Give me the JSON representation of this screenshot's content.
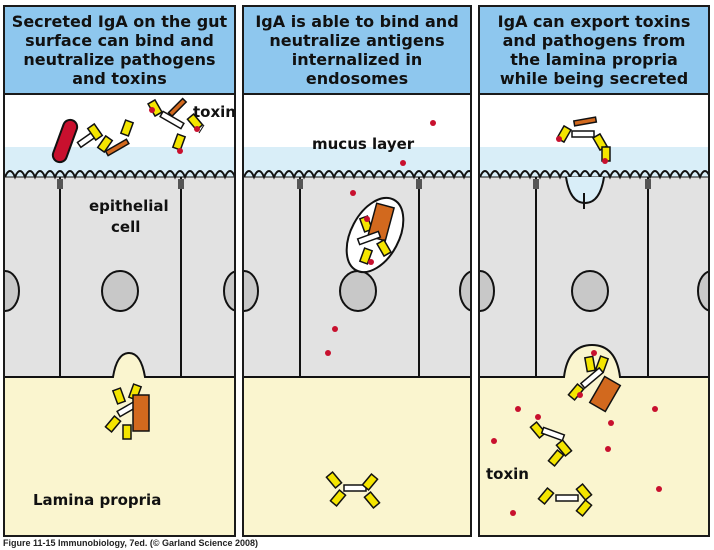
{
  "panels": [
    {
      "title": "Secreted IgA on the gut surface can bind and neutralize pathogens and toxins",
      "labels": {
        "toxin": "toxin",
        "epithelial": "epithelial",
        "cell": "cell",
        "lamina": "Lamina propria"
      }
    },
    {
      "title": "IgA is able to bind and neutralize antigens internalized in endosomes",
      "labels": {
        "mucus": "mucus layer"
      }
    },
    {
      "title": "IgA can export toxins and pathogens from the lamina propria while being secreted",
      "labels": {
        "toxin": "toxin"
      }
    }
  ],
  "caption": "Figure 11-15 Immunobiology, 7ed. (© Garland Science 2008)",
  "colors": {
    "header": "#8ec7ee",
    "mucus": "#d9eef8",
    "cell": "#e2e2e2",
    "lamina": "#faf5cf",
    "toxin": "#c8102e",
    "bacterium": "#c8102e",
    "iga": "#f4e500"
  }
}
